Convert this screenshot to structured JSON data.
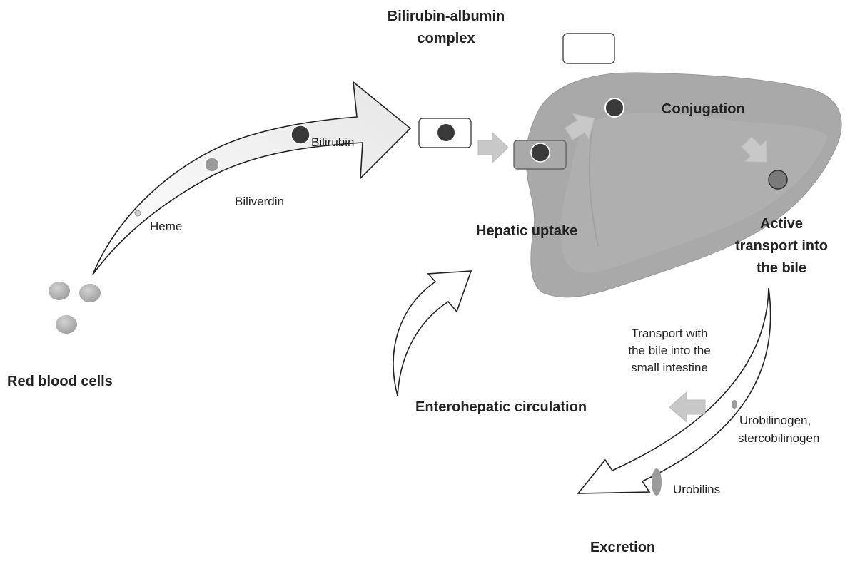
{
  "diagram": {
    "labels": {
      "red_blood_cells": "Red blood cells",
      "heme": "Heme",
      "biliverdin": "Biliverdin",
      "bilirubin": "Bilirubin",
      "bilirubin_albumin_l1": "Bilirubin-albumin",
      "bilirubin_albumin_l2": "complex",
      "hepatic_uptake": "Hepatic uptake",
      "conjugation": "Conjugation",
      "active_transport_l1": "Active",
      "active_transport_l2": "transport into",
      "active_transport_l3": "the bile",
      "transport_bile_l1": "Transport with",
      "transport_bile_l2": "the bile into the",
      "transport_bile_l3": "small intestine",
      "enterohepatic": "Enterohepatic circulation",
      "urobilinogen_l1": "Urobilinogen,",
      "urobilinogen_l2": "stercobilinogen",
      "urobilins": "Urobilins",
      "excretion": "Excretion"
    },
    "colors": {
      "liver": "#a9a9a9",
      "liver_highlight": "#b9b9b9",
      "arrow_fill": "#f0f0f0",
      "dark_dot": "#3a3a3a",
      "mid_dot": "#9a9a9a",
      "rbc": "#b4b4b4",
      "small_arrow": "#c8c8c8"
    }
  }
}
